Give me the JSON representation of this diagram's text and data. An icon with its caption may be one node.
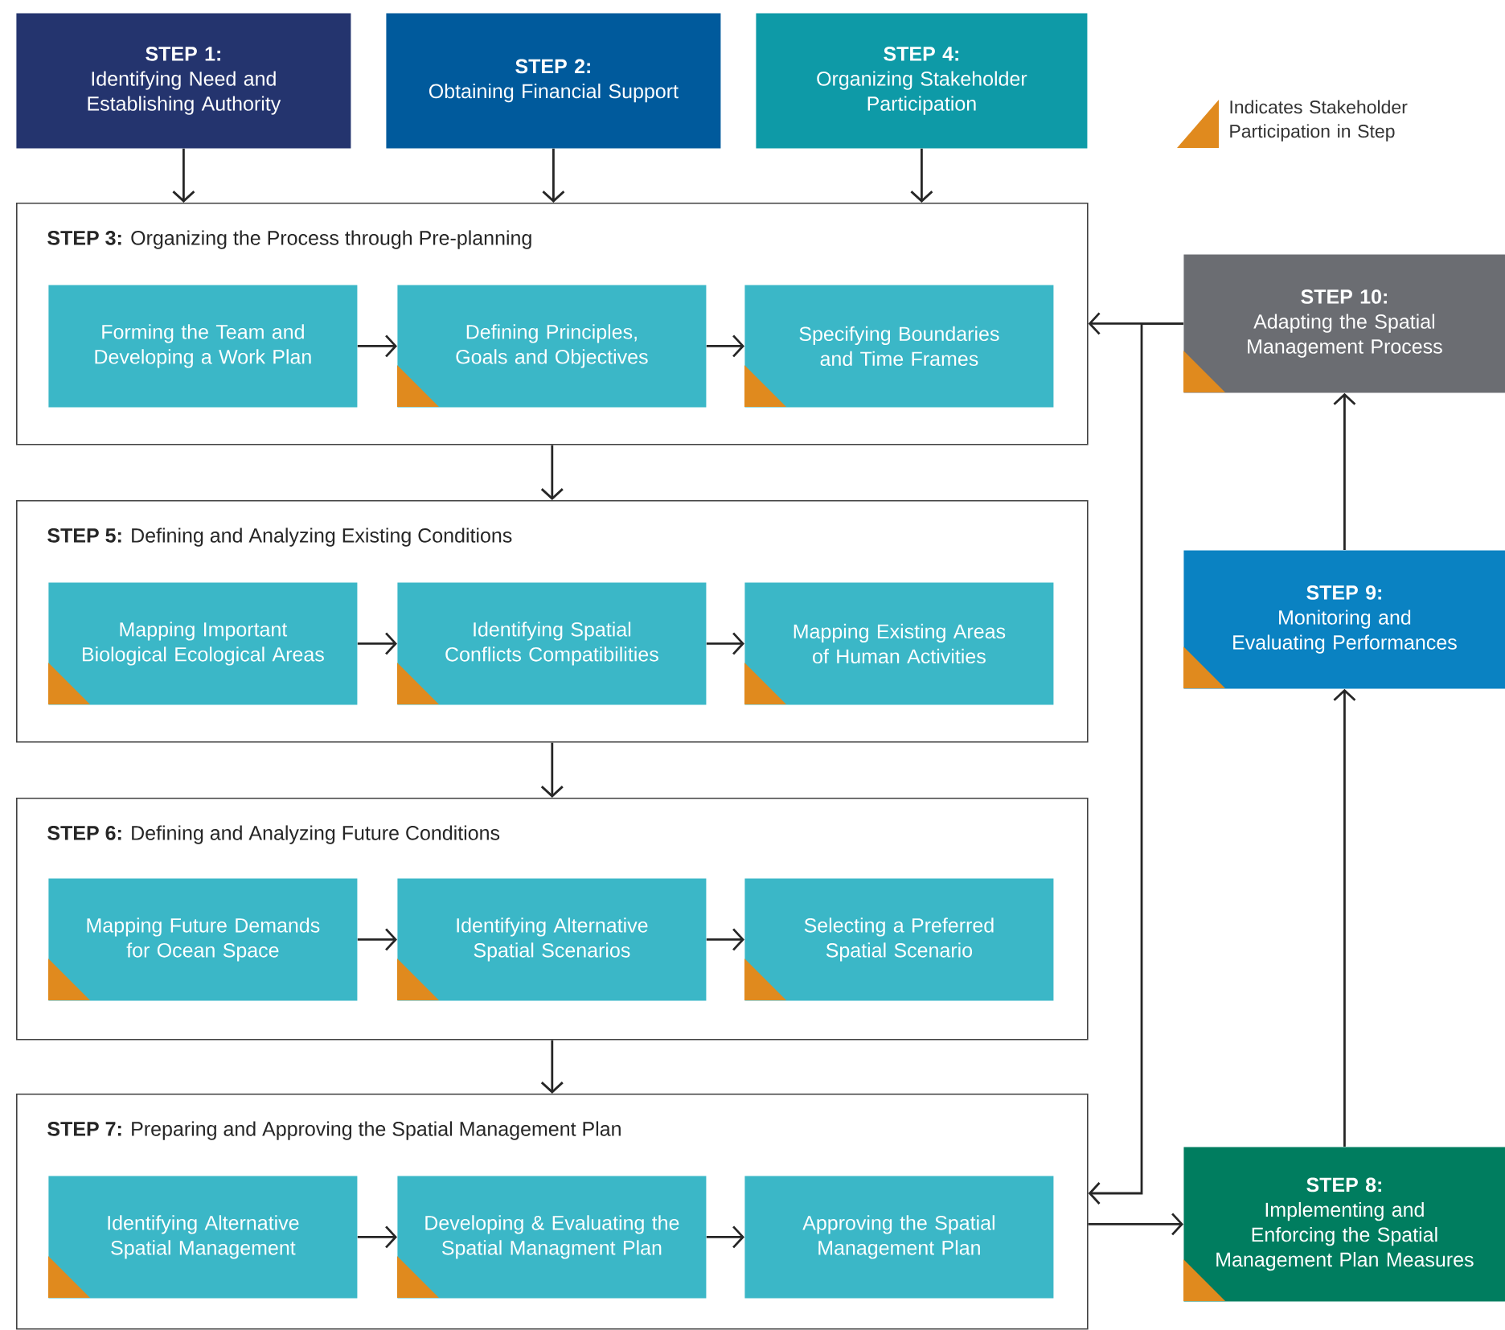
{
  "diagram": {
    "nodes": [
      {
        "text": [
          "STEP 1:",
          "Identifying Need and Establishing Authority"
        ]
      },
      {
        "text": [
          "STEP 2:",
          "Obtaining Financial Support"
        ]
      },
      {
        "text": [
          "STEP 4:",
          "Organizing Stakeholder Participation"
        ]
      },
      {
        "text": [
          "**STEP 3:** Organizing the Process through Pre-planning"
        ]
      },
      {
        "text": [
          "Forming the Team and Developing a Work Plan"
        ],
        "in": 3
      },
      {
        "text": [
          "Defining Principles, Goals and Objectives"
        ],
        "in": 3
      },
      {
        "text": [
          "Specifying Boundaries and Time Frames"
        ],
        "in": 3
      },
      {
        "text": [
          "**STEP 5:** Defining and Analyzing Existing Conditions"
        ]
      },
      {
        "text": [
          "Mapping Important Biological Ecological Areas"
        ],
        "in": 7
      },
      {
        "text": [
          "Identifying Spatial Conflicts Compatibilities"
        ],
        "in": 7
      },
      {
        "text": [
          "Mapping Existing Areas of Human Activities"
        ],
        "in": 7
      },
      {
        "text": [
          "**STEP 6:** Defining and Analyzing Future Conditions"
        ]
      },
      {
        "text": [
          "Mapping Future Demands for Ocean Space"
        ],
        "in": 11
      },
      {
        "text": [
          "Identifying Alternative Spatial Scenarios"
        ],
        "in": 11
      },
      {
        "text": [
          "Selecting a Preferred Spatial Scenario"
        ],
        "in": 11
      },
      {
        "text": [
          "**STEP 7:** Preparing and Approving the Spatial Management Plan"
        ]
      },
      {
        "text": [
          "Identifying Alternative Spatial Management"
        ],
        "in": 15
      },
      {
        "text": [
          "Developing & Evaluating the Spatial Managment Plan"
        ],
        "in": 15
      },
      {
        "text": [
          "Approving the Spatial Management Plan"
        ],
        "in": 15
      },
      {
        "text": [
          "STEP 10:",
          "Adapting the Spatial Management Process"
        ]
      },
      {
        "text": [
          "STEP 9:",
          "Monitoring and Evaluating Performances"
        ]
      },
      {
        "text": [
          "STEP 8:",
          "Implementing and Enforcing the Spatial Management Plan Measures"
        ]
      }
    ],
    "edges": [
      {
        "from": 0,
        "to": 3,
        "arrow": "to"
      },
      {
        "from": 1,
        "to": 3,
        "arrow": "to"
      },
      {
        "from": 2,
        "to": 3,
        "arrow": "to"
      },
      {
        "from": 4,
        "to": 5,
        "arrow": "to"
      },
      {
        "from": 5,
        "to": 6,
        "arrow": "to"
      },
      {
        "from": 3,
        "to": 7,
        "arrow": "to"
      },
      {
        "from": 8,
        "to": 9,
        "arrow": "to"
      },
      {
        "from": 9,
        "to": 10,
        "arrow": "to"
      },
      {
        "from": 7,
        "to": 11,
        "arrow": "to"
      },
      {
        "from": 12,
        "to": 13,
        "arrow": "to"
      },
      {
        "from": 13,
        "to": 14,
        "arrow": "to"
      },
      {
        "from": 11,
        "to": 15,
        "arrow": "to"
      },
      {
        "from": 16,
        "to": 17,
        "arrow": "to"
      },
      {
        "from": 17,
        "to": 18,
        "arrow": "to"
      },
      {
        "from": 15,
        "to": 21,
        "arrow": "to"
      },
      {
        "from": 21,
        "to": 20,
        "arrow": "to"
      },
      {
        "from": 20,
        "to": 19,
        "arrow": "to"
      },
      {
        "from": 19,
        "to": 3,
        "arrow": "to"
      },
      {
        "from": 19,
        "to": 15,
        "arrow": "to"
      }
    ],
    "legend": [
      {
        "text": "Indicates Stakeholder Participation in Step",
        "color": "#e08a1e"
      }
    ]
  }
}
